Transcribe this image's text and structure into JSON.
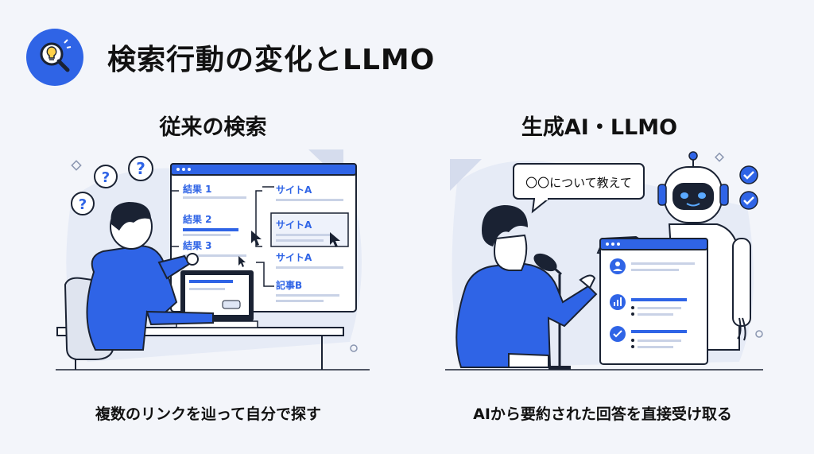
{
  "title": "検索行動の変化とLLMO",
  "left": {
    "heading": "従来の検索",
    "results": [
      "結果 1",
      "結果 2",
      "結果 3"
    ],
    "sites": [
      "サイトA",
      "サイトA",
      "サイトA",
      "記事B"
    ],
    "caption": "複数のリンクを辿って自分で探す"
  },
  "right": {
    "heading": "生成AI・LLMO",
    "speech": "〇〇について教えて",
    "caption": "AIから要約された回答を直接受け取る"
  },
  "colors": {
    "accent": "#2f64e6",
    "panel": "#e4e9f5",
    "ink": "#1a2233"
  }
}
